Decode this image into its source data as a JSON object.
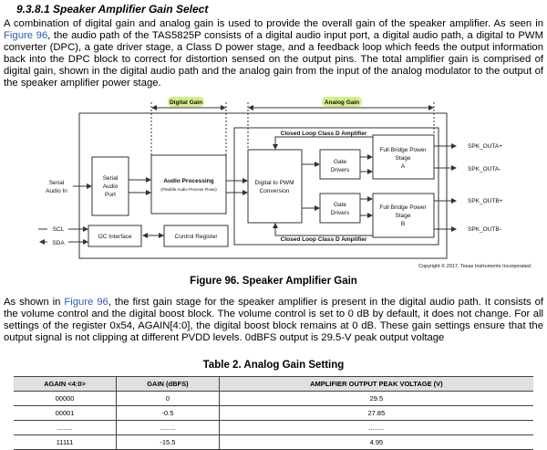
{
  "heading": "9.3.8.1   Speaker Amplifier Gain Select",
  "para1": {
    "a": "A combination of digital gain and analog gain is used to provide the overall gain of the speaker amplifier. As seen in ",
    "link": "Figure 96",
    "b": ", the audio path of the TAS5825P consists of a digital audio input port, a digital audio path, a digital to PWM converter (DPC), a gate driver stage, a Class D power stage, and a feedback loop which feeds the output information back into the DPC block to correct for distortion sensed on the output pins. The total amplifier gain is comprised of digital gain, shown in the digital audio path and the analog gain from the input of the analog modulator to the output of the speaker amplifier power stage."
  },
  "diagram": {
    "highlight_color": "#d4ef8a",
    "digital_gain": "Digital Gain",
    "analog_gain": "Analog Gain",
    "serial_audio_in": [
      "Serial",
      "Audio In"
    ],
    "serial_audio_port": [
      "Serial",
      "Audio",
      "Port"
    ],
    "audio_processing": "Audio Processing",
    "audio_processing_sub": "(Flexible Audio Process Flows)",
    "dpc": [
      "Digital to PWM",
      "Conversion"
    ],
    "gate_drivers": [
      "Gate",
      "Drivers"
    ],
    "bridge_a": [
      "Full Bridge Power",
      "Stage",
      "A"
    ],
    "bridge_b": [
      "Full Bridge Power",
      "Stage",
      "B"
    ],
    "closed_loop": "Closed Loop Class D Amplifier",
    "i2c": "I2C Interface",
    "control_register": "Control Register",
    "scl": "SCL",
    "sda": "SDA",
    "outputs": [
      "SPK_OUTA+",
      "SPK_OUTA-",
      "SPK_OUTB+",
      "SPK_OUTB-"
    ],
    "copyright": "Copyright © 2017, Texas Instruments Incorporated"
  },
  "figure_caption": "Figure 96.  Speaker Amplifier Gain",
  "para2": {
    "a": "As shown in ",
    "link": "Figure 96",
    "b": ", the first gain stage for the speaker amplifier is present in the digital audio path. It consists of the volume control and the digital boost block. The volume control is set to 0 dB by default, it does not change. For all settings of the register 0x54, AGAIN[4:0], the digital boost block remains at 0 dB. These gain settings ensure that the output signal is not clipping at different PVDD levels. 0dBFS output is 29.5-V peak output voltage"
  },
  "table": {
    "title": "Table 2. Analog Gain Setting",
    "headers": [
      "AGAIN <4:0>",
      "GAIN (dBFS)",
      "AMPLIFIER OUTPUT PEAK VOLTAGE (V)"
    ],
    "rows": [
      [
        "00000",
        "0",
        "29.5"
      ],
      [
        "00001",
        "-0.5",
        "27.85"
      ],
      [
        "........",
        "........",
        "........"
      ],
      [
        "11111",
        "-15.5",
        "4.95"
      ]
    ]
  }
}
